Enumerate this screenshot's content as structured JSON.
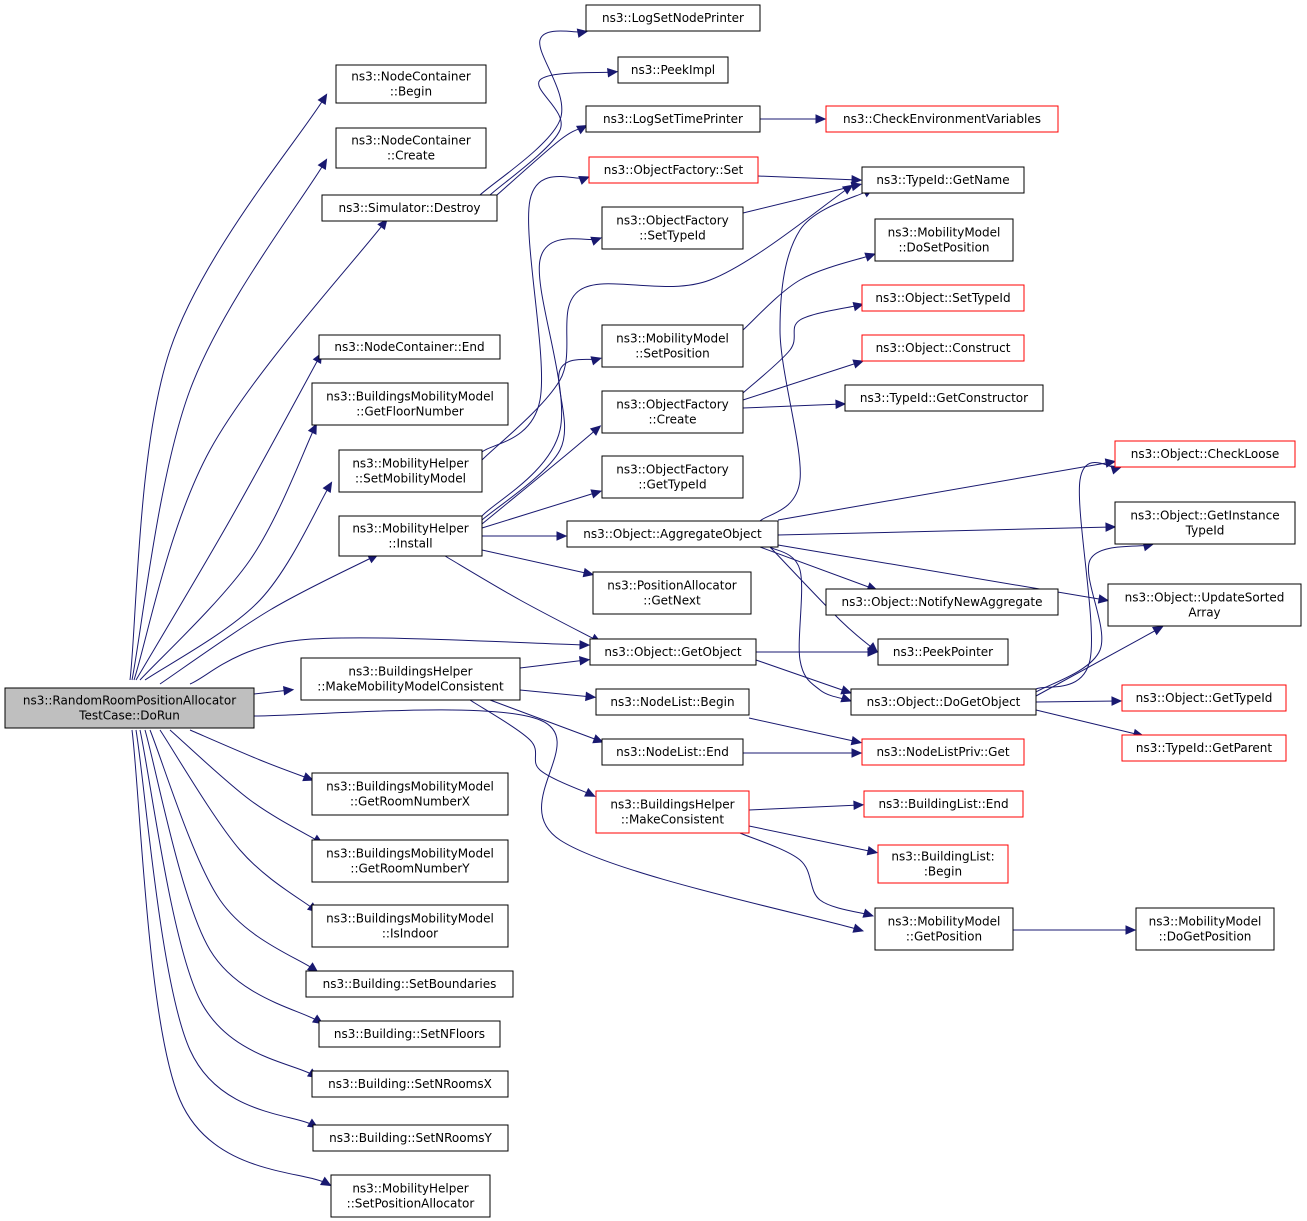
{
  "diagram": {
    "edge_color": "#191970",
    "node_border_color": "#000000",
    "truncated_node_color": "#ff0000",
    "root_fill": "#bfbfbf",
    "nodes": [
      {
        "id": "root",
        "lines": [
          "ns3::RandomRoomPositionAllocator",
          "TestCase::DoRun"
        ]
      },
      {
        "id": "nc_begin",
        "lines": [
          "ns3::NodeContainer",
          "::Begin"
        ]
      },
      {
        "id": "nc_create",
        "lines": [
          "ns3::NodeContainer",
          "::Create"
        ]
      },
      {
        "id": "sim_destroy",
        "lines": [
          "ns3::Simulator::Destroy"
        ]
      },
      {
        "id": "nc_end",
        "lines": [
          "ns3::NodeContainer::End"
        ]
      },
      {
        "id": "bmm_floor",
        "lines": [
          "ns3::BuildingsMobilityModel",
          "::GetFloorNumber"
        ]
      },
      {
        "id": "mh_setmm",
        "lines": [
          "ns3::MobilityHelper",
          "::SetMobilityModel"
        ]
      },
      {
        "id": "mh_install",
        "lines": [
          "ns3::MobilityHelper",
          "::Install"
        ]
      },
      {
        "id": "bh_mmmc",
        "lines": [
          "ns3::BuildingsHelper",
          "::MakeMobilityModelConsistent"
        ]
      },
      {
        "id": "bmm_roomx",
        "lines": [
          "ns3::BuildingsMobilityModel",
          "::GetRoomNumberX"
        ]
      },
      {
        "id": "bmm_roomy",
        "lines": [
          "ns3::BuildingsMobilityModel",
          "::GetRoomNumberY"
        ]
      },
      {
        "id": "bmm_indoor",
        "lines": [
          "ns3::BuildingsMobilityModel",
          "::IsIndoor"
        ]
      },
      {
        "id": "b_bounds",
        "lines": [
          "ns3::Building::SetBoundaries"
        ]
      },
      {
        "id": "b_nfloors",
        "lines": [
          "ns3::Building::SetNFloors"
        ]
      },
      {
        "id": "b_nroomsx",
        "lines": [
          "ns3::Building::SetNRoomsX"
        ]
      },
      {
        "id": "b_nroomsy",
        "lines": [
          "ns3::Building::SetNRoomsY"
        ]
      },
      {
        "id": "mh_setpa",
        "lines": [
          "ns3::MobilityHelper",
          "::SetPositionAllocator"
        ]
      },
      {
        "id": "log_node",
        "lines": [
          "ns3::LogSetNodePrinter"
        ]
      },
      {
        "id": "peekimpl",
        "lines": [
          "ns3::PeekImpl"
        ]
      },
      {
        "id": "log_time",
        "lines": [
          "ns3::LogSetTimePrinter"
        ]
      },
      {
        "id": "check_env",
        "lines": [
          "ns3::CheckEnvironmentVariables"
        ]
      },
      {
        "id": "of_set",
        "lines": [
          "ns3::ObjectFactory::Set"
        ]
      },
      {
        "id": "tid_getname",
        "lines": [
          "ns3::TypeId::GetName"
        ]
      },
      {
        "id": "of_settype",
        "lines": [
          "ns3::ObjectFactory",
          "::SetTypeId"
        ]
      },
      {
        "id": "mm_dosetpos",
        "lines": [
          "ns3::MobilityModel",
          "::DoSetPosition"
        ]
      },
      {
        "id": "obj_settype",
        "lines": [
          "ns3::Object::SetTypeId"
        ]
      },
      {
        "id": "mm_setpos",
        "lines": [
          "ns3::MobilityModel",
          "::SetPosition"
        ]
      },
      {
        "id": "obj_construct",
        "lines": [
          "ns3::Object::Construct"
        ]
      },
      {
        "id": "of_create",
        "lines": [
          "ns3::ObjectFactory",
          "::Create"
        ]
      },
      {
        "id": "tid_getctor",
        "lines": [
          "ns3::TypeId::GetConstructor"
        ]
      },
      {
        "id": "of_gettype",
        "lines": [
          "ns3::ObjectFactory",
          "::GetTypeId"
        ]
      },
      {
        "id": "obj_checkloose",
        "lines": [
          "ns3::Object::CheckLoose"
        ]
      },
      {
        "id": "obj_aggregate",
        "lines": [
          "ns3::Object::AggregateObject"
        ]
      },
      {
        "id": "obj_getinst",
        "lines": [
          "ns3::Object::GetInstance",
          "TypeId"
        ]
      },
      {
        "id": "pa_getnext",
        "lines": [
          "ns3::PositionAllocator",
          "::GetNext"
        ]
      },
      {
        "id": "obj_notify",
        "lines": [
          "ns3::Object::NotifyNewAggregate"
        ]
      },
      {
        "id": "obj_update",
        "lines": [
          "ns3::Object::UpdateSorted",
          "Array"
        ]
      },
      {
        "id": "obj_getobject",
        "lines": [
          "ns3::Object::GetObject"
        ]
      },
      {
        "id": "peekpointer",
        "lines": [
          "ns3::PeekPointer"
        ]
      },
      {
        "id": "nl_begin",
        "lines": [
          "ns3::NodeList::Begin"
        ]
      },
      {
        "id": "obj_dogetobject",
        "lines": [
          "ns3::Object::DoGetObject"
        ]
      },
      {
        "id": "obj_gettypeid",
        "lines": [
          "ns3::Object::GetTypeId"
        ]
      },
      {
        "id": "nl_end",
        "lines": [
          "ns3::NodeList::End"
        ]
      },
      {
        "id": "nlp_get",
        "lines": [
          "ns3::NodeListPriv::Get"
        ]
      },
      {
        "id": "tid_getparent",
        "lines": [
          "ns3::TypeId::GetParent"
        ]
      },
      {
        "id": "bh_mc",
        "lines": [
          "ns3::BuildingsHelper",
          "::MakeConsistent"
        ]
      },
      {
        "id": "bl_end",
        "lines": [
          "ns3::BuildingList::End"
        ]
      },
      {
        "id": "bl_begin",
        "lines": [
          "ns3::BuildingList:",
          ":Begin"
        ]
      },
      {
        "id": "mm_getpos",
        "lines": [
          "ns3::MobilityModel",
          "::GetPosition"
        ]
      },
      {
        "id": "mm_dogetpos",
        "lines": [
          "ns3::MobilityModel",
          "::DoGetPosition"
        ]
      }
    ]
  }
}
